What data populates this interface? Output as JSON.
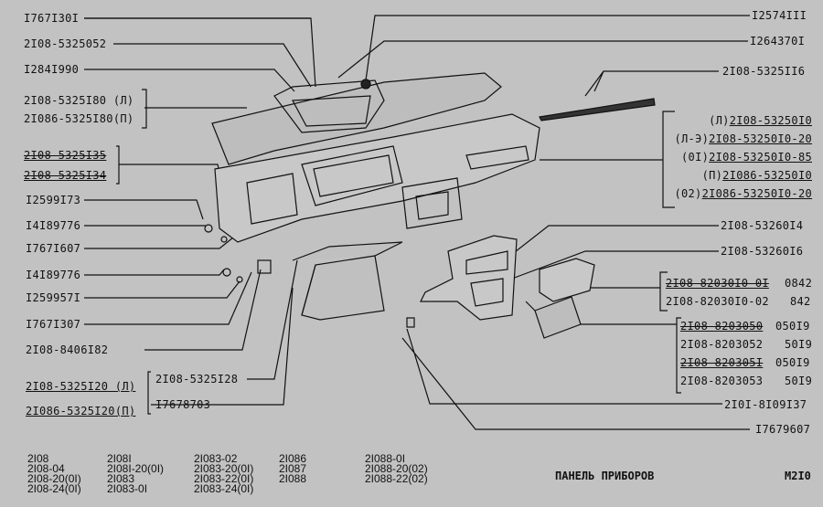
{
  "left_labels": {
    "l1": "I767I30I",
    "l2": "2I08-5325052",
    "l3": "I284I990",
    "l4a": "2I08-5325I80 (Л)",
    "l4b": "2I086-5325I80(П)",
    "l5a": "2I08-5325I35",
    "l5b": "2I08-5325I34",
    "l6": "I2599I73",
    "l7": "I4I89776",
    "l8": "I767I607",
    "l9": "I4I89776",
    "l10": "I259957I",
    "l11": "I767I307",
    "l12": "2I08-8406I82",
    "l13a": "2I08-5325I20 (Л)",
    "l13b": "2I086-5325I20(П)",
    "l14": "2I08-5325I28",
    "l15": "I7678703"
  },
  "right_labels": {
    "r1": "I2574III",
    "r2": "I264370I",
    "r3": "2I08-5325II6",
    "r4": [
      {
        "prefix": "(Л)",
        "code": "2I08-53250I0"
      },
      {
        "prefix": "(Л-Э)",
        "code": "2I08-53250I0-20"
      },
      {
        "prefix": "(0I)",
        "code": "2I08-53250I0-85"
      },
      {
        "prefix": "(П)",
        "code": "2I086-53250I0"
      },
      {
        "prefix": "(02)",
        "code": "2I086-53250I0-20"
      }
    ],
    "r5": "2I08-53260I4",
    "r6": "2I08-53260I6",
    "r7": [
      {
        "code": "2I08-82030I0-0I",
        "note": "0842"
      },
      {
        "code": "2I08-82030I0-02",
        "note": "842"
      }
    ],
    "r8": [
      {
        "code": "2I08-8203050",
        "note": "050I9"
      },
      {
        "code": "2I08-8203052",
        "note": "50I9"
      },
      {
        "code": "2I08-820305I",
        "note": "050I9"
      },
      {
        "code": "2I08-8203053",
        "note": "50I9"
      }
    ],
    "r9": "2I0I-8I09I37",
    "r10": "I7679607"
  },
  "models": {
    "col1": "2I08\n2I08-04\n2I08-20(0I)\n2I08-24(0I)",
    "col2": "2I08I\n2I08I-20(0I)\n2I083\n2I083-0I",
    "col3": "2I083-02\n2I083-20(0I)\n2I083-22(0I)\n2I083-24(0I)",
    "col4": "2I086\n2I087\n2I088",
    "col5": "2I088-0I\n2I088-20(02)\n2I088-22(02)"
  },
  "title": "ПАНЕЛЬ ПРИБОРОВ",
  "code": "М2I0"
}
